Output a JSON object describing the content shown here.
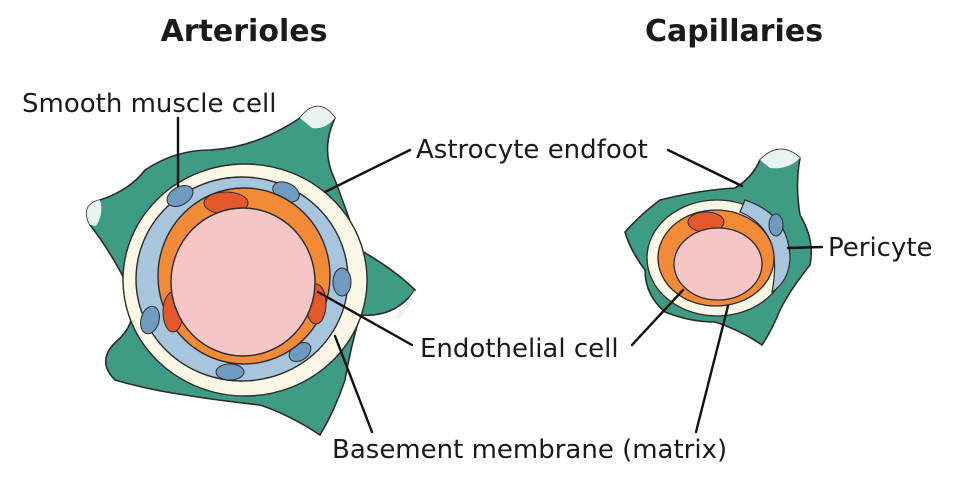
{
  "titles": {
    "arterioles": "Arterioles",
    "capillaries": "Capillaries"
  },
  "labels": {
    "smooth_muscle_cell": "Smooth muscle cell",
    "astrocyte_endfoot": "Astrocyte endfoot",
    "pericyte": "Pericyte",
    "endothelial_cell": "Endothelial cell",
    "basement_membrane": "Basement membrane (matrix)"
  },
  "colors": {
    "astrocyte": "#3e9c85",
    "astrocyte_light": "#d6ebe3",
    "basement_membrane": "#fbf7e6",
    "smooth_muscle": "#a8c5de",
    "smooth_muscle_nucleus": "#6f9bc0",
    "endothelium": "#f28a36",
    "endothelium_nucleus": "#e5582a",
    "lumen": "#f6c5c6",
    "outline": "#2b2b2b"
  }
}
